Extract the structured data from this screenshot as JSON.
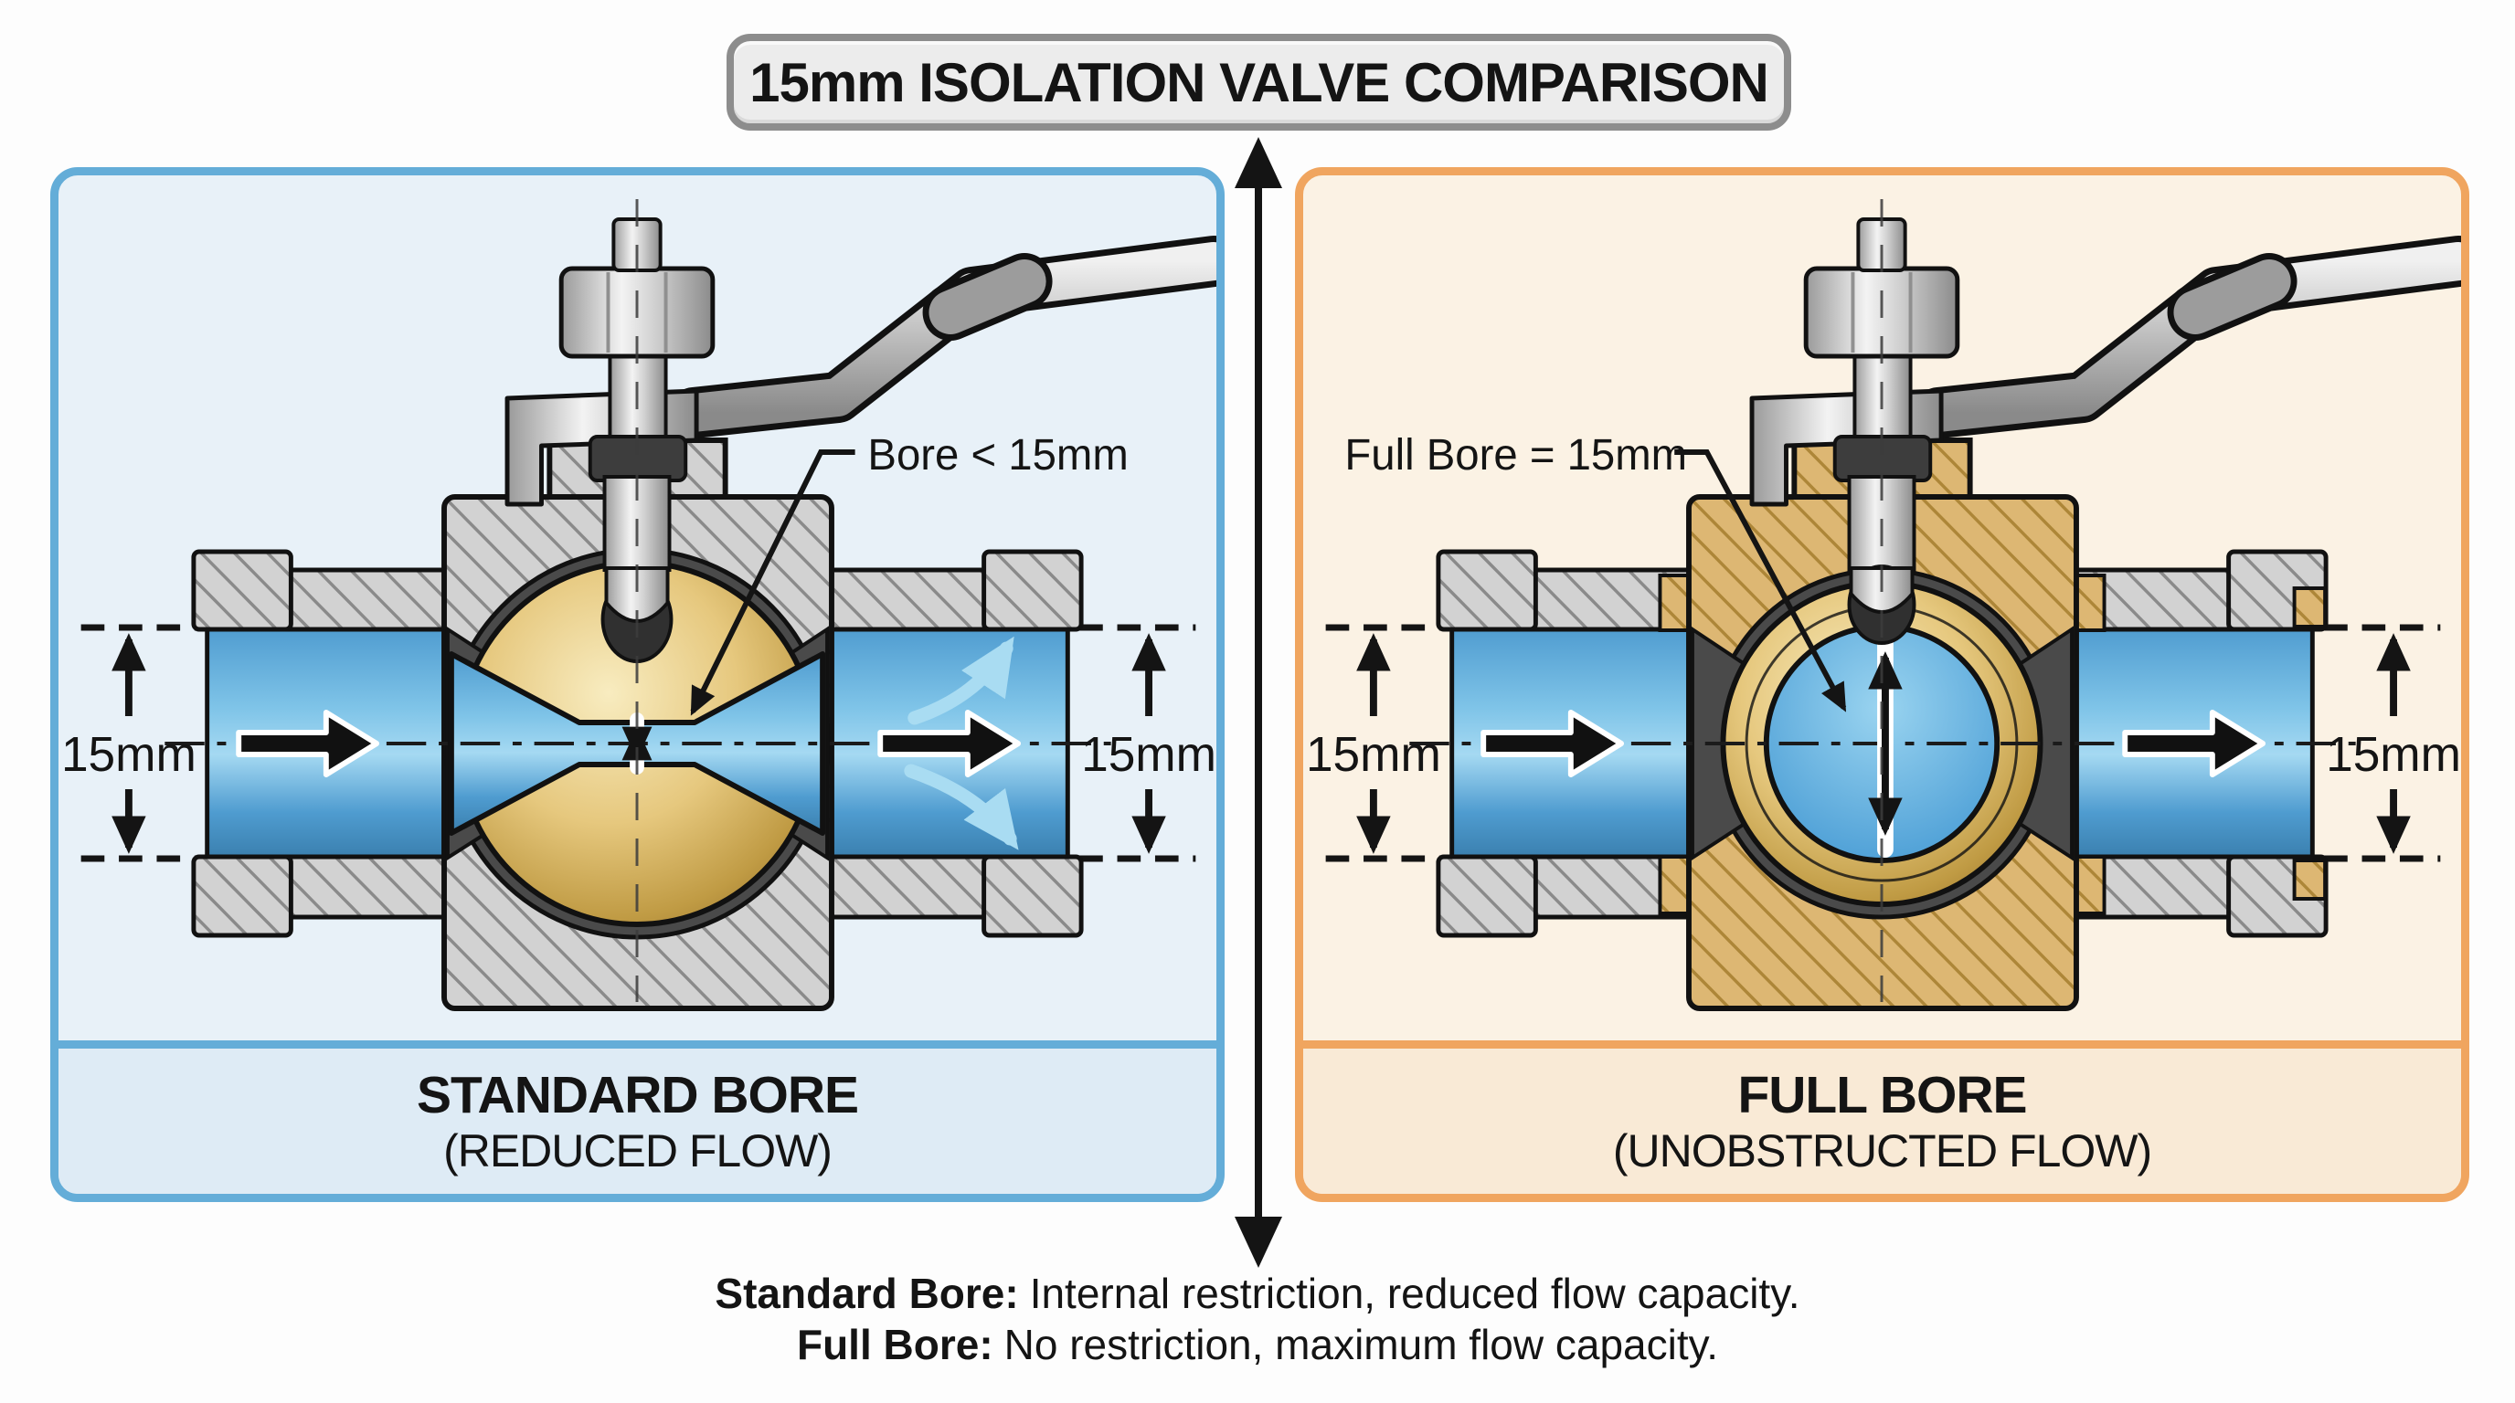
{
  "title": {
    "text": "15mm ISOLATION VALVE COMPARISON"
  },
  "panels": {
    "left": {
      "heading": "STANDARD BORE",
      "subheading": "(REDUCED FLOW)",
      "callout": "Bore < 15mm",
      "dim_left": "15mm",
      "dim_right": "15mm",
      "colors": {
        "border": "#64ADD8",
        "background": "#E8F1F8",
        "footer_background": "#DEEBF5"
      }
    },
    "right": {
      "heading": "FULL BORE",
      "subheading": "(UNOBSTRUCTED FLOW)",
      "callout": "Full Bore = 15mm",
      "dim_left": "15mm",
      "dim_right": "15mm",
      "colors": {
        "border": "#F0A55F",
        "background": "#FBF2E4",
        "footer_background": "#F9EAD6"
      }
    }
  },
  "caption": {
    "lines": [
      {
        "lead": "Standard Bore:",
        "text": "Internal restriction, reduced flow capacity."
      },
      {
        "lead": "Full Bore:",
        "text": "No restriction, maximum flow capacity."
      }
    ]
  },
  "materials": {
    "water": "#5FA8D8",
    "brass": "#D9B26A",
    "steel": "#CFCFCF",
    "ink": "#141414",
    "turbulence_arrow": "#A9DCF2",
    "title_background": "#ECECEC",
    "title_border": "#8D8D8D"
  }
}
